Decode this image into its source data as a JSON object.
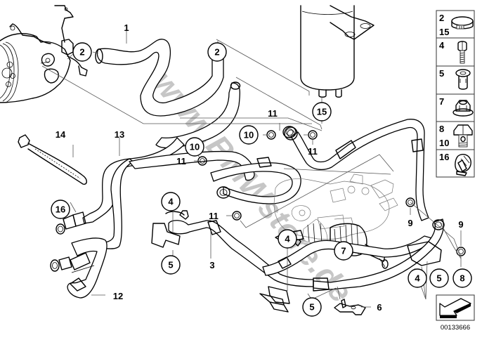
{
  "diagram": {
    "id_number": "00133666",
    "watermark": "www.BMWstore.de",
    "watermark_color": "#bdbdbd",
    "callouts": [
      {
        "ref": "2",
        "kind": "circle",
        "part": "hose-clamp"
      },
      {
        "ref": "2",
        "kind": "circle",
        "part": "hose-clamp"
      },
      {
        "ref": "15",
        "kind": "circle",
        "part": "hose-clamp"
      },
      {
        "ref": "10",
        "kind": "circle",
        "part": "banjo-bolt"
      },
      {
        "ref": "10",
        "kind": "circle",
        "part": "banjo-bolt"
      },
      {
        "ref": "16",
        "kind": "circle",
        "part": "clip"
      },
      {
        "ref": "4",
        "kind": "circle",
        "part": "bolt"
      },
      {
        "ref": "5",
        "kind": "circle",
        "part": "collar-screw"
      },
      {
        "ref": "4",
        "kind": "circle",
        "part": "bolt"
      },
      {
        "ref": "7",
        "kind": "circle",
        "part": "nut"
      },
      {
        "ref": "5",
        "kind": "circle",
        "part": "collar-screw"
      },
      {
        "ref": "4",
        "kind": "circle",
        "part": "bolt"
      },
      {
        "ref": "5",
        "kind": "circle",
        "part": "collar-screw"
      },
      {
        "ref": "8",
        "kind": "circle",
        "part": "banjo-bolt"
      }
    ],
    "plain_labels": [
      {
        "ref": "1"
      },
      {
        "ref": "11"
      },
      {
        "ref": "11"
      },
      {
        "ref": "11"
      },
      {
        "ref": "11"
      },
      {
        "ref": "13"
      },
      {
        "ref": "14"
      },
      {
        "ref": "3"
      },
      {
        "ref": "12"
      },
      {
        "ref": "6"
      },
      {
        "ref": "9"
      },
      {
        "ref": "9"
      }
    ]
  },
  "legend": {
    "cells": [
      {
        "numbers": [
          "2",
          "15"
        ],
        "icon": "hose-clamp-icon"
      },
      {
        "numbers": [
          "4"
        ],
        "icon": "hex-bolt-icon"
      },
      {
        "numbers": [
          "5"
        ],
        "icon": "collar-screw-icon"
      },
      {
        "numbers": [
          "7"
        ],
        "icon": "flange-nut-icon"
      },
      {
        "numbers": [
          "8",
          "10"
        ],
        "icon": "banjo-bolt-icon"
      },
      {
        "numbers": [
          "16"
        ],
        "icon": "clip-icon"
      }
    ]
  },
  "nav": {
    "back_icon": "back-arrow-icon"
  }
}
